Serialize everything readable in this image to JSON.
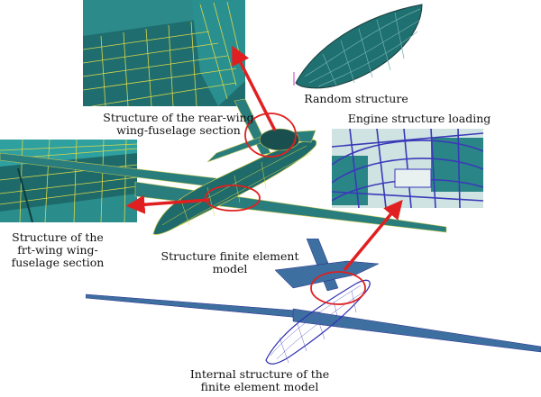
{
  "labels": {
    "rear_wing": [
      "Structure of the rear-wing",
      "wing-fuselage section"
    ],
    "random": [
      "Random structure"
    ],
    "engine": [
      "Engine structure loading"
    ],
    "front_wing": [
      "Structure of the",
      "frt-wing wing-",
      "fuselage section"
    ],
    "fe_model": [
      "Structure finite element",
      "model"
    ],
    "internal": [
      "Internal structure of the",
      "finite element model"
    ]
  },
  "icons": {
    "mesh": "finite-element-mesh",
    "arrow": "red-callout-arrow",
    "highlight": "red-ellipse-highlight"
  },
  "colors": {
    "mesh_fill": "#1f6b6b",
    "mesh_lines": "#d8d84a",
    "wire_blue": "#3a3ab8",
    "callout_red": "#e02020"
  }
}
